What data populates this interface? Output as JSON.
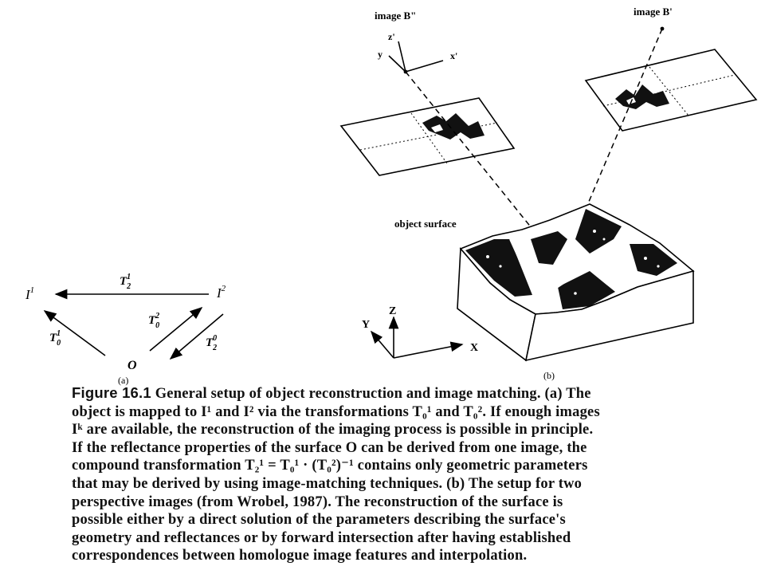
{
  "diagram_a": {
    "node_i1": "I",
    "node_i1_sup": "1",
    "node_i2": "I",
    "node_i2_sup": "2",
    "node_o": "O",
    "edge_t21": "T",
    "edge_t21_sup": "1",
    "edge_t21_sub": "2",
    "edge_t01": "T",
    "edge_t01_sup": "1",
    "edge_t01_sub": "0",
    "edge_t02": "T",
    "edge_t02_sup": "2",
    "edge_t02_sub": "0",
    "edge_t20": "T",
    "edge_t20_sup": "0",
    "edge_t20_sub": "2",
    "panel_label": "(a)"
  },
  "diagram_b": {
    "image_b2_label": "image B\"",
    "image_b1_label": "image B'",
    "axis_z_prime": "z'",
    "axis_y": "y",
    "axis_x_prime": "x'",
    "surface_label": "object surface",
    "world_z": "Z",
    "world_y": "Y",
    "world_x": "X",
    "panel_label": "(b)"
  },
  "caption": {
    "figure_label": "Figure 16.1",
    "lines": [
      "General setup of object reconstruction and image matching. (a) The",
      "object is mapped to I¹ and I² via the transformations T₀¹ and T₀². If enough images",
      "Iᵏ are available, the reconstruction of the imaging process is possible in principle.",
      "If the reflectance properties of the surface O can be derived from one image, the",
      "compound transformation T₂¹ = T₀¹ · (T₀²)⁻¹ contains only geometric parameters",
      "that may be derived by using image-matching techniques. (b) The setup for two",
      "perspective images (from Wrobel, 1987). The reconstruction of the surface is",
      "possible either by a direct solution of the parameters describing the surface's",
      "geometry and reflectances or by forward intersection after having established",
      "correspondences between homologue image features and interpolation."
    ]
  }
}
